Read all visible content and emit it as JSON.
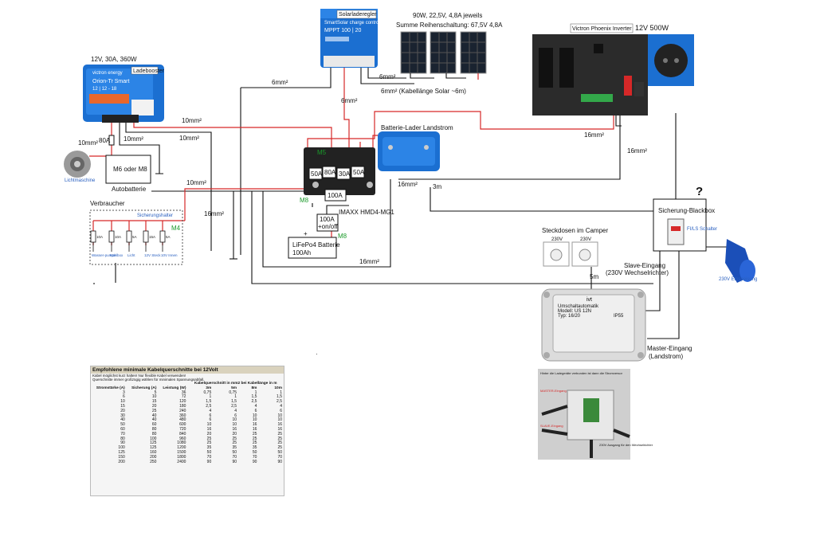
{
  "labels": {
    "booster_spec": "12V, 30A, 360W",
    "booster_name": "Ladebooster",
    "booster_title": "Orion-Tr Smart",
    "booster_model": "12 | 12 - 18",
    "victron_logo": "victron energy",
    "solar_ctrl_name": "Solarladeregler",
    "solar_ctrl_model": "MPPT 100 | 20",
    "solar_ctrl_sub": "SmartSolar charge controller",
    "panels_spec1": "90W, 22,5V, 4,8A jeweils",
    "panels_spec2": "Summe Reihenschaltung: 67,5V  4,8A",
    "inverter_spec": "12V 500W",
    "inverter_name": "Victron Phoenix Inverter",
    "shore_charger": "Batterie-Lader Landstrom",
    "fuse_box": "Sicherung-Blackbox",
    "question": "?",
    "alternator": "Lichtmaschine",
    "car_battery": "Autobatterie",
    "m6m8": "M6 oder M8",
    "lifepo": "LiFePo4 Batterie",
    "lifepo_ah": "100Ah",
    "imaxx": "IMAXX HMD4-MG1",
    "switch_a": "100A",
    "switch_b": "+on/off",
    "consumers": "Verbraucher",
    "fuse_holder": "Sicherungshalter",
    "sockets": "Steckdosen im Camper",
    "slave": "Slave-Eingang",
    "slave2": "(230V Wechselrichter)",
    "master": "Master-Eingang",
    "master2": "(Landstrom)",
    "cee_plug": "230V Einspeisung",
    "mcb_label": "FI/LS Schalter",
    "dot": "·"
  },
  "fuses": {
    "f80_top": "80A",
    "f50a": "50A",
    "f80b": "80A",
    "f30": "30A",
    "f50b": "50A",
    "f100": "100A"
  },
  "markers": {
    "m5": "M5",
    "m8a": "M8",
    "m8b": "M8",
    "m4": "M4"
  },
  "wires": {
    "w10_a": "10mm²",
    "w10_b": "10mm²",
    "w10_c": "10mm²",
    "w10_d": "10mm²",
    "w10_e": "10mm²",
    "w6_a": "6mm²",
    "w6_b": "6mm²",
    "w6_c": "6mm²",
    "w6_solar": "6mm² (Kabellänge Solar ~6m)",
    "w16_a": "16mm²",
    "w16_b": "16mm²",
    "w16_c": "16mm²",
    "w16_d": "16mm²",
    "w16_e": "16mm²",
    "w3m": "3m",
    "w5m": "5m"
  },
  "consumer_items": [
    {
      "fuse": "10A",
      "name": "Wasser-pumpe"
    },
    {
      "fuse": "10A",
      "name": "Kühlbox"
    },
    {
      "fuse": "5A",
      "name": "Licht"
    },
    {
      "fuse": "15A",
      "name": "12V Steck"
    },
    {
      "fuse": "5A",
      "name": "10V Innen"
    }
  ],
  "socket_labels": [
    "230V",
    "230V"
  ],
  "ats_box": {
    "brand": "ivt",
    "title": "Umschaltautomatik",
    "model": "Modell: US 12N",
    "typ": "Typ: 16/20",
    "ip": "IP55"
  },
  "photo_notes": {
    "top": "Hinter die Ladegeräte verbunden ist dann die Stromversor",
    "left1": "MASTER-Eingang",
    "left2": "SLAVE-Eingang",
    "right": "230V Ausgang für den Wechselrichter"
  },
  "table": {
    "title": "Empfohlene minimale Kabelquerschnitte bei 12Volt",
    "note1": "Kabel möglichst kurz halten! Nur flexible Kabel verwenden!",
    "note2": "Querschnitte immer großzügig wählen für minimalen Spannungsabfall.",
    "group_header": "Kabelquerschnitt in mm2 bei Kabellänge in m",
    "headers": [
      "Stromstärke (A)",
      "Sicherung (A)",
      "Leistung (W)",
      "3m",
      "5m",
      "8m",
      "10m"
    ],
    "rows": [
      [
        "3",
        "5",
        "36",
        "0,75",
        "0,75",
        "1",
        "1"
      ],
      [
        "6",
        "10",
        "72",
        "1",
        "1",
        "1,5",
        "1,5"
      ],
      [
        "10",
        "15",
        "120",
        "1,5",
        "1,5",
        "2,5",
        "2,5"
      ],
      [
        "15",
        "20",
        "180",
        "2,5",
        "2,5",
        "4",
        "4"
      ],
      [
        "20",
        "25",
        "240",
        "4",
        "4",
        "6",
        "6"
      ],
      [
        "30",
        "40",
        "360",
        "6",
        "6",
        "10",
        "10"
      ],
      [
        "40",
        "40",
        "480",
        "6",
        "10",
        "10",
        "10"
      ],
      [
        "50",
        "60",
        "600",
        "10",
        "10",
        "16",
        "16"
      ],
      [
        "60",
        "80",
        "720",
        "16",
        "16",
        "16",
        "16"
      ],
      [
        "70",
        "80",
        "840",
        "20",
        "20",
        "25",
        "25"
      ],
      [
        "80",
        "100",
        "960",
        "25",
        "25",
        "25",
        "25"
      ],
      [
        "90",
        "125",
        "1080",
        "25",
        "25",
        "25",
        "25"
      ],
      [
        "100",
        "125",
        "1200",
        "35",
        "35",
        "35",
        "25"
      ],
      [
        "125",
        "160",
        "1500",
        "50",
        "50",
        "50",
        "50"
      ],
      [
        "150",
        "200",
        "1800",
        "70",
        "70",
        "70",
        "70"
      ],
      [
        "200",
        "250",
        "2400",
        "90",
        "90",
        "90",
        "90"
      ]
    ]
  },
  "colors": {
    "victron_blue": "#1b6fd1",
    "wire_red": "#d62828",
    "wire_black": "#111111",
    "label_green": "#1a9a2a"
  }
}
